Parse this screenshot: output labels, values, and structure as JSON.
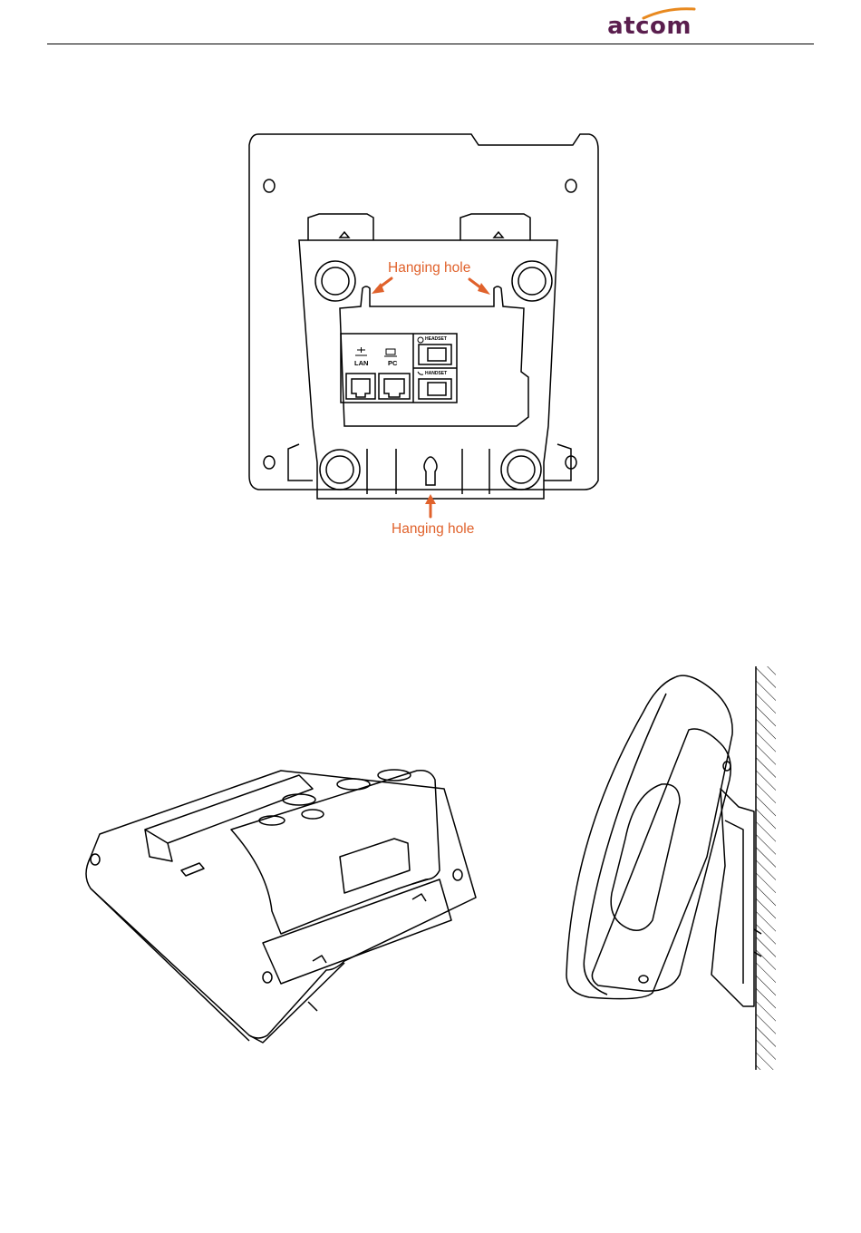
{
  "header": {
    "brand": "atcom"
  },
  "figure_back": {
    "hanging_hole_top": "Hanging hole",
    "hanging_hole_bottom": "Hanging hole",
    "ports": {
      "lan": "LAN",
      "pc": "PC",
      "headset": "HEADSET",
      "handset": "HANDSET"
    }
  },
  "colors": {
    "brand": "#5a1e4e",
    "brand_accent": "#e8891f",
    "annotation": "#e0622c",
    "line": "#000000"
  }
}
